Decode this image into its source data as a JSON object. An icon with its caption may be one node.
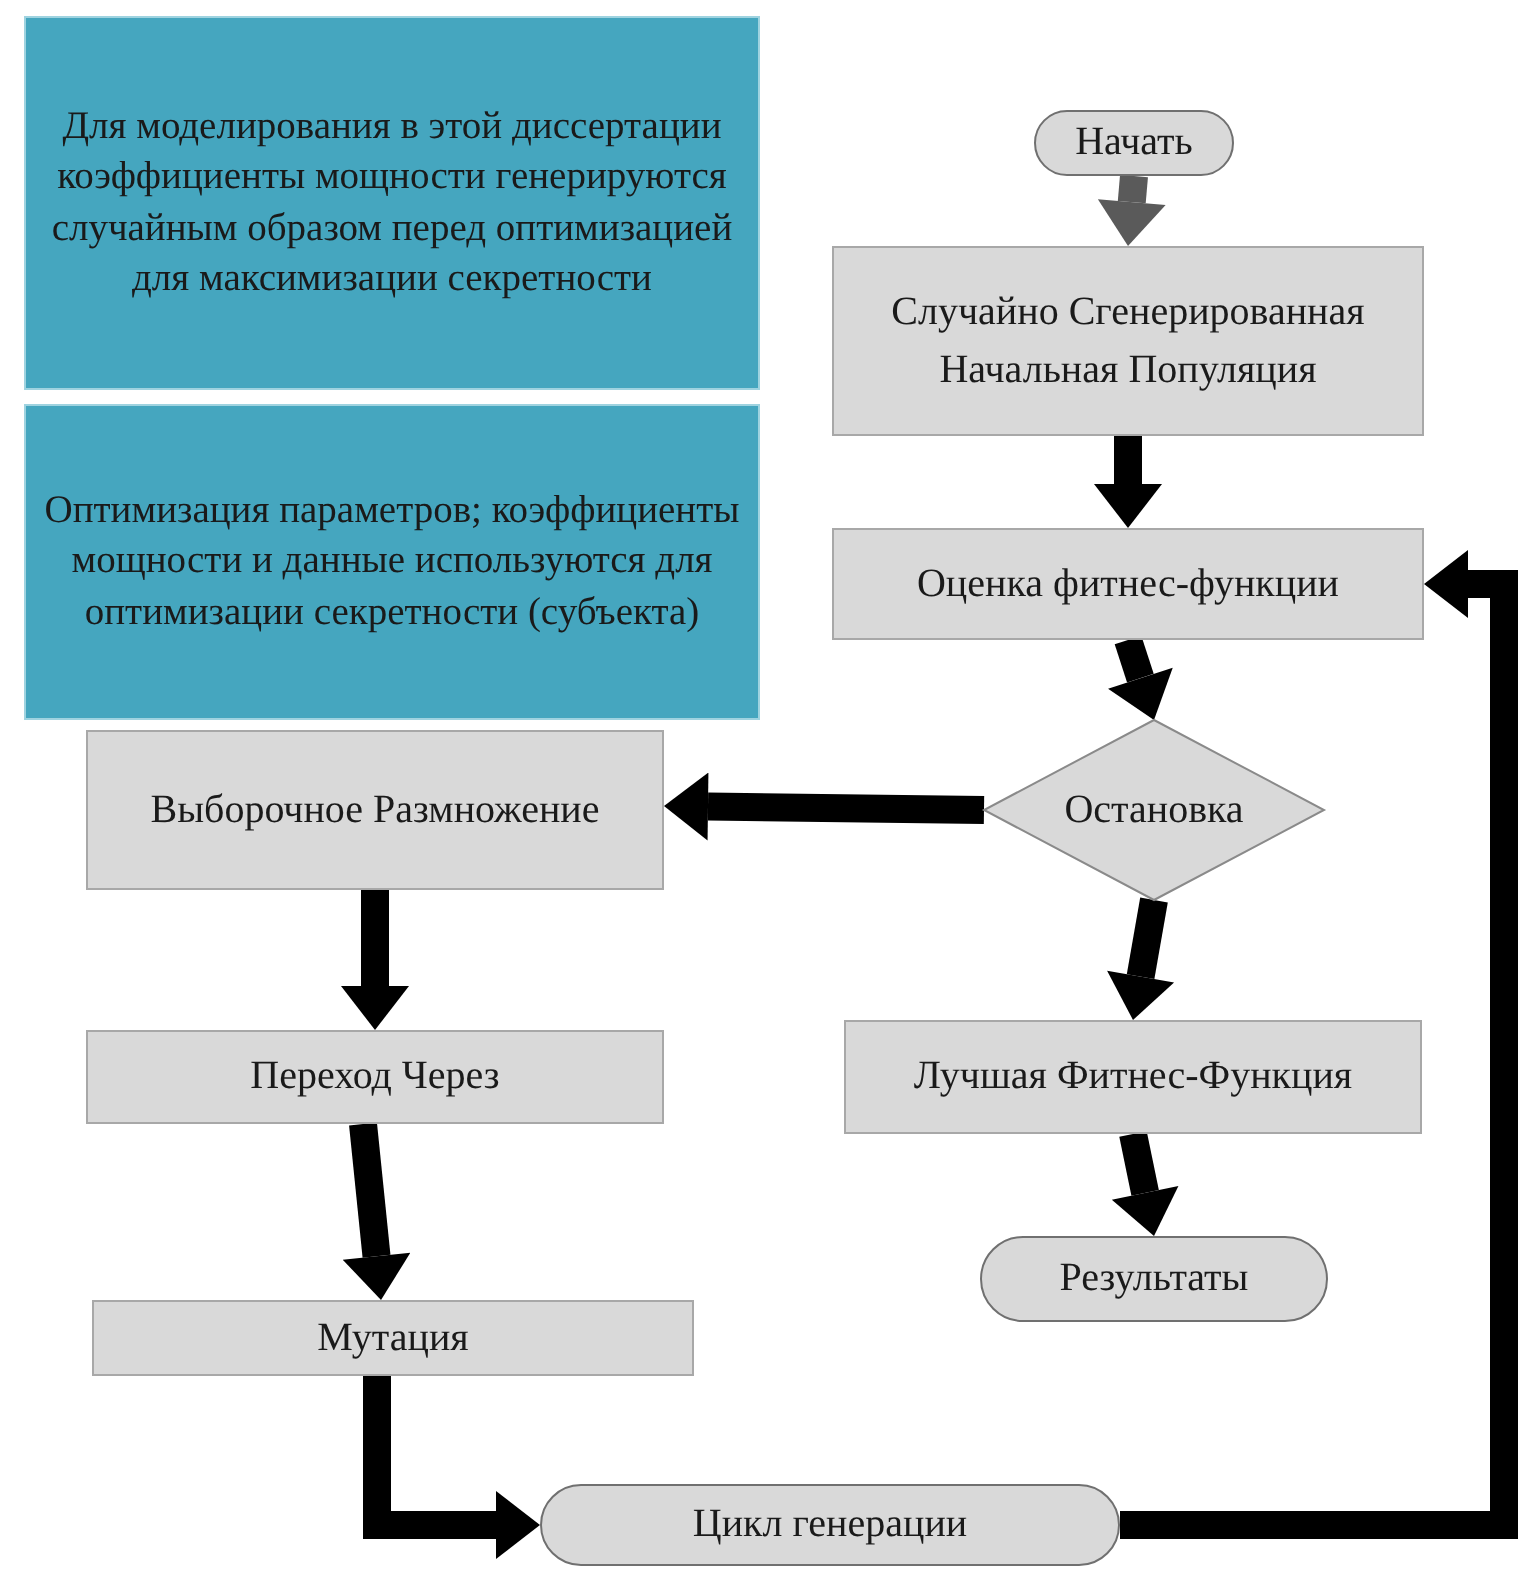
{
  "diagram": {
    "nodes": [
      {
        "text": [
          "Для моделирования в этой диссертации коэффициенты мощности генерируются случайным образом перед оптимизацией для максимизации секретности"
        ]
      },
      {
        "text": [
          "Оптимизация параметров; коэффициенты мощности и данные используются для оптимизации секретности (субъекта)"
        ]
      },
      {
        "text": [
          "Начать"
        ]
      },
      {
        "text": [
          "Случайно Сгенерированная Начальная Популяция"
        ]
      },
      {
        "text": [
          "Оценка фитнес-функции"
        ]
      },
      {
        "text": [
          "Остановка"
        ]
      },
      {
        "text": [
          "Выборочное Размножение"
        ]
      },
      {
        "text": [
          "Переход Через"
        ]
      },
      {
        "text": [
          "Мутация"
        ]
      },
      {
        "text": [
          "Лучшая Фитнес-Функция"
        ]
      },
      {
        "text": [
          "Результаты"
        ]
      },
      {
        "text": [
          "Цикл генерации"
        ]
      }
    ],
    "edges": [
      {
        "from": 2,
        "to": 3,
        "arrow": "to",
        "color": "#5a5a5a"
      },
      {
        "from": 3,
        "to": 4,
        "arrow": "to"
      },
      {
        "from": 4,
        "to": 5,
        "arrow": "to"
      },
      {
        "from": 5,
        "to": 6,
        "arrow": "to"
      },
      {
        "from": 5,
        "to": 9,
        "arrow": "to"
      },
      {
        "from": 9,
        "to": 10,
        "arrow": "to"
      },
      {
        "from": 6,
        "to": 7,
        "arrow": "to"
      },
      {
        "from": 7,
        "to": 8,
        "arrow": "to"
      },
      {
        "from": 8,
        "to": 11,
        "arrow": "to"
      },
      {
        "from": 11,
        "to": 4,
        "arrow": "to"
      }
    ]
  }
}
